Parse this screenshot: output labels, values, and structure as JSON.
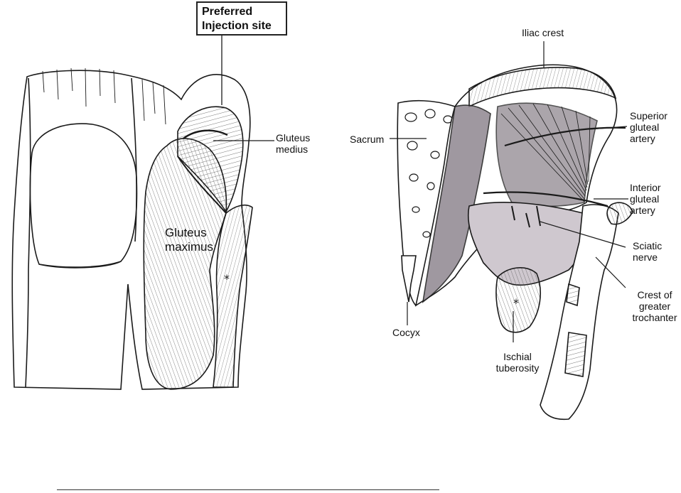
{
  "left_figure": {
    "callout": "Preferred\nInjection site",
    "labels": {
      "gluteus_medius": "Gluteus\nmedius",
      "gluteus_maximus": "Gluteus\nmaximus"
    }
  },
  "right_figure": {
    "labels": {
      "iliac_crest": "Iliac crest",
      "sacrum": "Sacrum",
      "superior_gluteal_artery": "Superior\ngluteal\nartery",
      "interior_gluteal_artery": "Interior\ngluteal\nartery",
      "sciatic_nerve": "Sciatic\nnerve",
      "crest_greater_trochanter": "Crest of\ngreater\ntrochanter",
      "cocyx": "Cocyx",
      "ischial_tuberosity": "Ischial\ntuberosity"
    }
  },
  "colors": {
    "ink": "#1a1a1a",
    "shade_dark": "#8f8790",
    "shade_light": "#cfc8cf"
  }
}
